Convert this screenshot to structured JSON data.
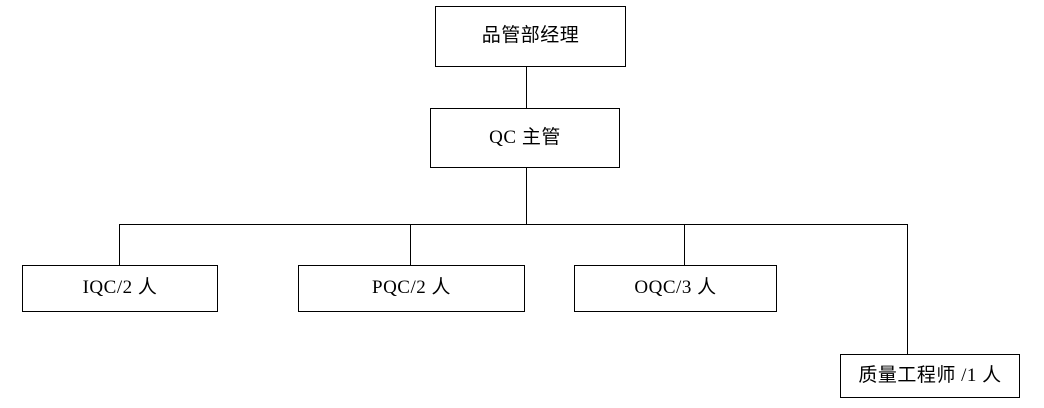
{
  "chart_data": {
    "type": "diagram",
    "diagram_kind": "organization-chart",
    "title": "",
    "orientation": "top-down",
    "nodes": [
      {
        "id": "manager",
        "label": "品管部经理",
        "level": 1
      },
      {
        "id": "supervisor",
        "label": "QC 主管",
        "level": 2
      },
      {
        "id": "iqc",
        "label": "IQC/2 人",
        "level": 3,
        "headcount": 2
      },
      {
        "id": "pqc",
        "label": "PQC/2 人",
        "level": 3,
        "headcount": 2
      },
      {
        "id": "oqc",
        "label": "OQC/3 人",
        "level": 3,
        "headcount": 3
      },
      {
        "id": "engineer",
        "label": "质量工程师 /1 人",
        "level": 4,
        "headcount": 1
      }
    ],
    "edges": [
      {
        "from": "manager",
        "to": "supervisor"
      },
      {
        "from": "supervisor",
        "to": "iqc"
      },
      {
        "from": "supervisor",
        "to": "pqc"
      },
      {
        "from": "supervisor",
        "to": "oqc"
      },
      {
        "from": "supervisor",
        "to": "engineer"
      }
    ],
    "colors": {
      "line": "#000000",
      "box_border": "#000000",
      "box_fill": "#ffffff",
      "text": "#000000",
      "background": "#ffffff"
    }
  },
  "nodes": {
    "manager": {
      "label": "品管部经理"
    },
    "supervisor": {
      "label": "QC 主管"
    },
    "iqc": {
      "label": "IQC/2 人"
    },
    "pqc": {
      "label": "PQC/2 人"
    },
    "oqc": {
      "label": "OQC/3 人"
    },
    "engineer": {
      "label": "质量工程师 /1 人"
    }
  }
}
